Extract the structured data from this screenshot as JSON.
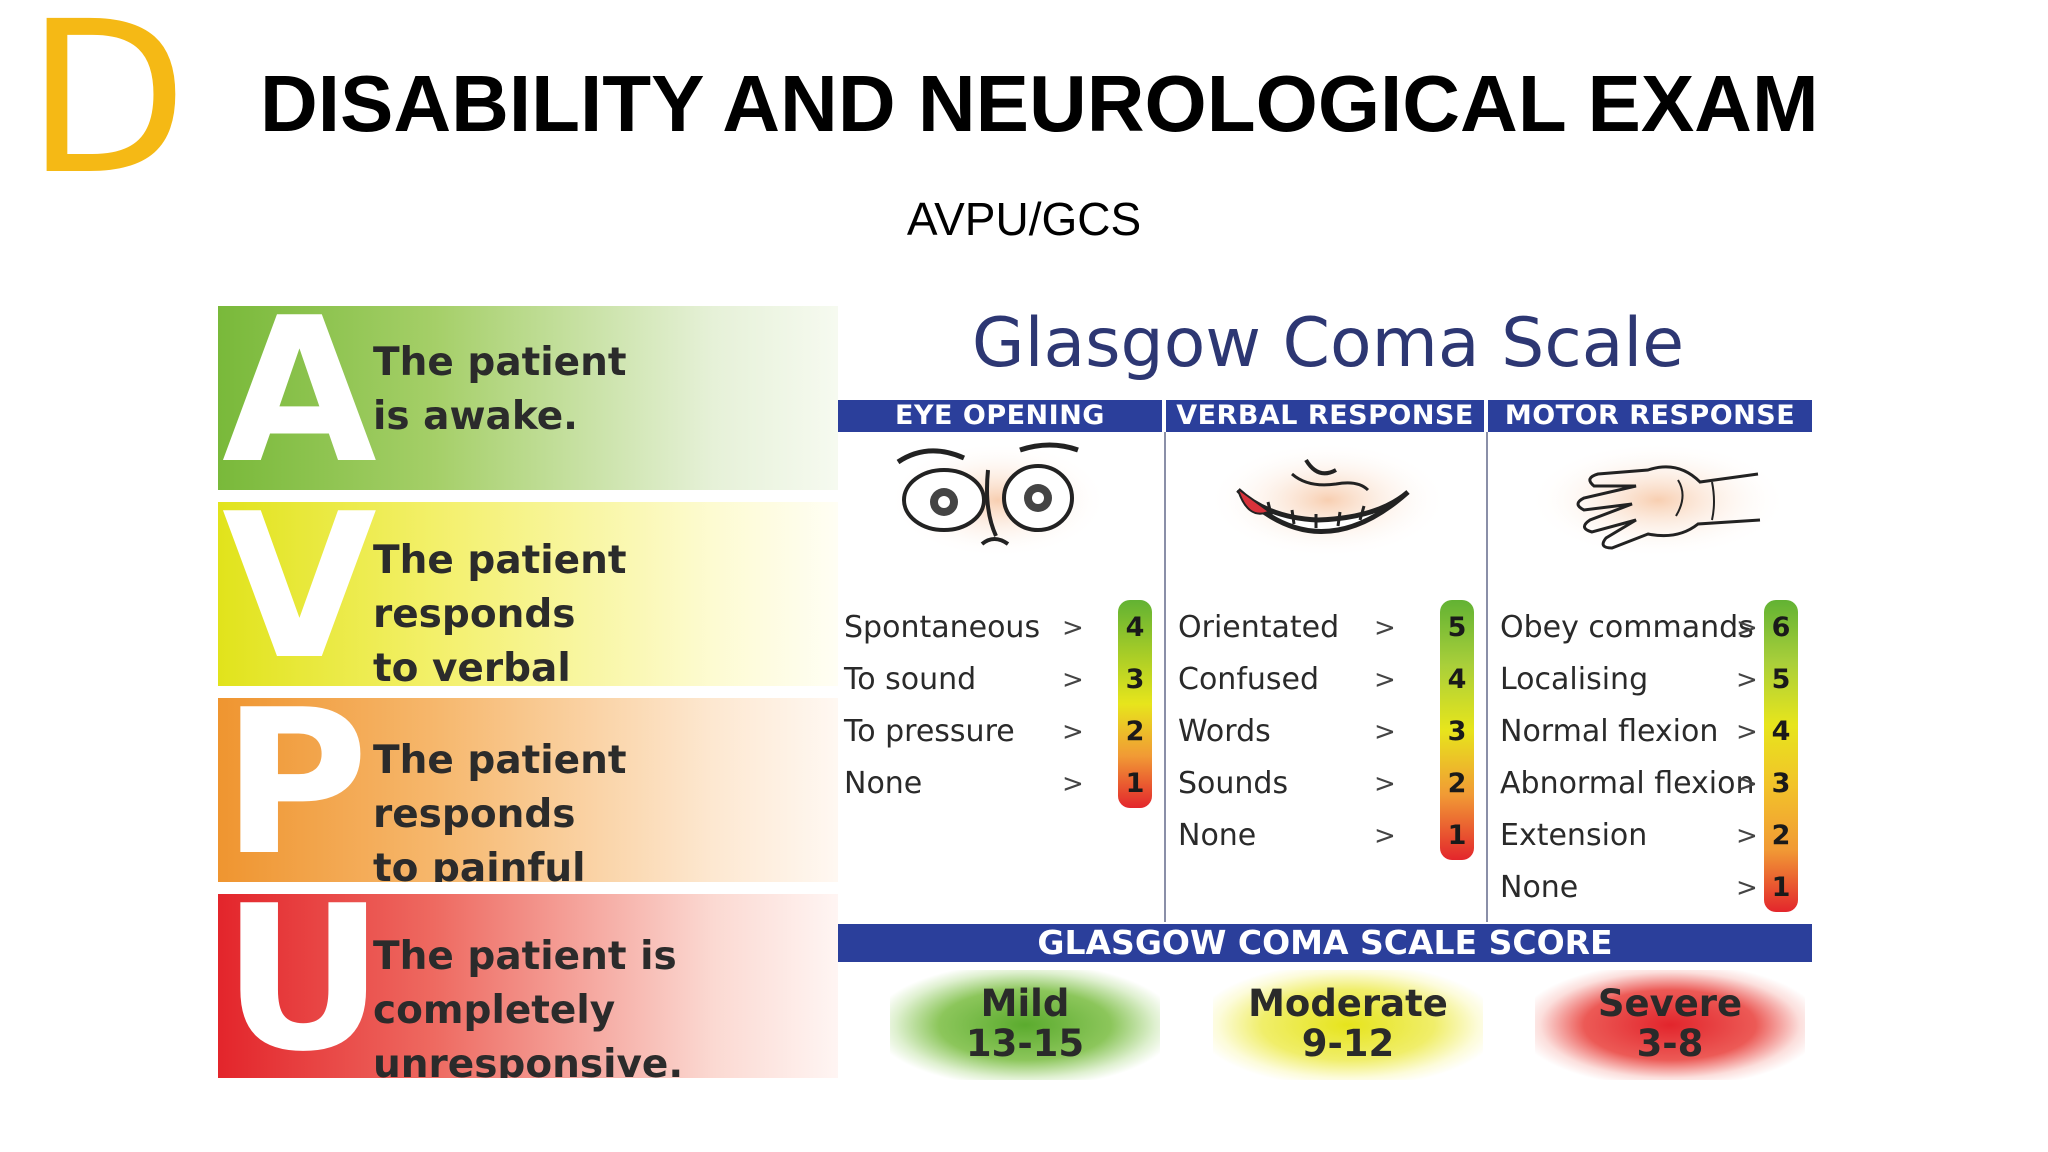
{
  "slide": {
    "letter": "D",
    "title": "DISABILITY AND NEUROLOGICAL EXAM",
    "subtitle": "AVPU/GCS"
  },
  "avpu": [
    {
      "letter": "A",
      "line1": "The patient",
      "line2": "is awake."
    },
    {
      "letter": "V",
      "line1": "The patient responds",
      "line2": "to verbal stimulation."
    },
    {
      "letter": "P",
      "line1": "The patient responds",
      "line2": "to painful stimulation."
    },
    {
      "letter": "U",
      "line1": "The patient is completely",
      "line2": "unresponsive."
    }
  ],
  "gcs": {
    "title": "Glasgow Coma Scale",
    "columns": [
      {
        "heading": "EYE OPENING",
        "icon": "eyes-icon",
        "items": [
          {
            "label": "Spontaneous",
            "score": "4"
          },
          {
            "label": "To sound",
            "score": "3"
          },
          {
            "label": "To pressure",
            "score": "2"
          },
          {
            "label": "None",
            "score": "1"
          }
        ]
      },
      {
        "heading": "VERBAL RESPONSE",
        "icon": "mouth-icon",
        "items": [
          {
            "label": "Orientated",
            "score": "5"
          },
          {
            "label": "Confused",
            "score": "4"
          },
          {
            "label": "Words",
            "score": "3"
          },
          {
            "label": "Sounds",
            "score": "2"
          },
          {
            "label": "None",
            "score": "1"
          }
        ]
      },
      {
        "heading": "MOTOR RESPONSE",
        "icon": "hand-icon",
        "items": [
          {
            "label": "Obey commands",
            "score": "6"
          },
          {
            "label": "Localising",
            "score": "5"
          },
          {
            "label": "Normal flexion",
            "score": "4"
          },
          {
            "label": "Abnormal flexion",
            "score": "3"
          },
          {
            "label": "Extension",
            "score": "2"
          },
          {
            "label": "None",
            "score": "1"
          }
        ]
      }
    ],
    "arrow": ">",
    "score_heading": "GLASGOW COMA SCALE SCORE",
    "severity": [
      {
        "label": "Mild",
        "range": "13-15",
        "color": "#5bab2e"
      },
      {
        "label": "Moderate",
        "range": "9-12",
        "color": "#e6e41c"
      },
      {
        "label": "Severe",
        "range": "3-8",
        "color": "#e2252c"
      }
    ]
  },
  "colors": {
    "accent_letter": "#f5b915",
    "gcs_blue": "#2b3f9b",
    "gcs_title": "#2d3773",
    "avpu_a": "#79b93a",
    "avpu_v": "#e1e31b",
    "avpu_p": "#ef9530",
    "avpu_u": "#e3252b"
  }
}
